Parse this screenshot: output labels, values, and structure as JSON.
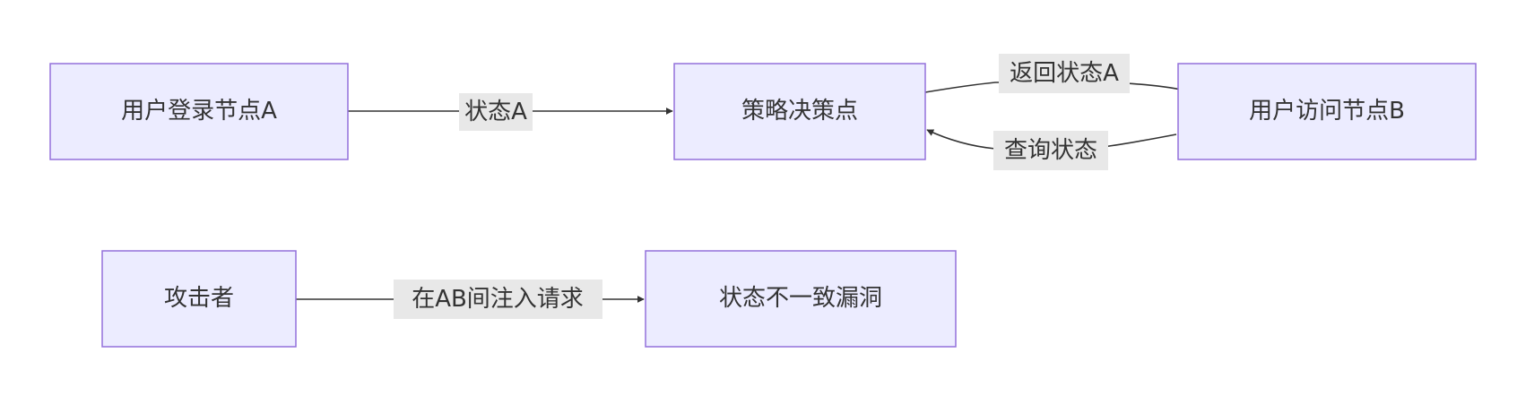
{
  "diagram": {
    "nodes": {
      "login": {
        "label": "用户登录节点A"
      },
      "pdp": {
        "label": "策略决策点"
      },
      "access": {
        "label": "用户访问节点B"
      },
      "attacker": {
        "label": "攻击者"
      },
      "vuln": {
        "label": "状态不一致漏洞"
      }
    },
    "edges": {
      "login_pdp": {
        "label": "状态A"
      },
      "pdp_access": {
        "label": "返回状态A"
      },
      "access_pdp": {
        "label": "查询状态"
      },
      "attacker_vuln": {
        "label": "在AB间注入请求"
      }
    },
    "colors": {
      "node_fill": "#ECECFF",
      "node_stroke": "#9370DB",
      "edge_stroke": "#333333",
      "label_background": "#e8e8e8",
      "text": "#333333"
    }
  }
}
